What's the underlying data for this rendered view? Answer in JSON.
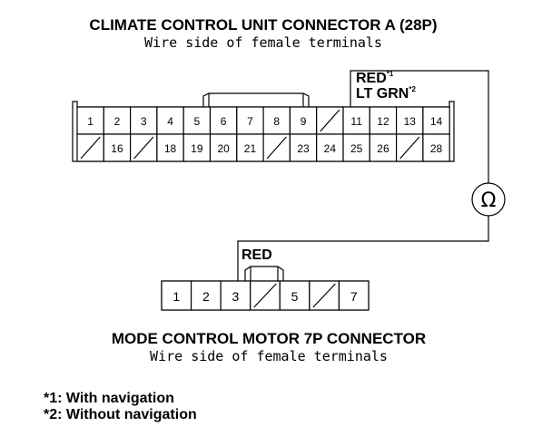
{
  "connector_a": {
    "title": "CLIMATE CONTROL UNIT CONNECTOR A (28P)",
    "subtitle": "Wire side of female terminals",
    "row1": [
      "1",
      "2",
      "3",
      "4",
      "5",
      "6",
      "7",
      "8",
      "9",
      "",
      "11",
      "12",
      "13",
      "14"
    ],
    "row2": [
      "",
      "16",
      "",
      "18",
      "19",
      "20",
      "21",
      "",
      "23",
      "24",
      "25",
      "26",
      "",
      "28"
    ]
  },
  "connector_b": {
    "title": "MODE CONTROL MOTOR 7P CONNECTOR",
    "subtitle": "Wire side of female terminals",
    "pins": [
      "1",
      "2",
      "3",
      "",
      "5",
      "",
      "7"
    ]
  },
  "wires": {
    "a_label_1": "RED",
    "a_label_1_sup": "*1",
    "a_label_2": "LT GRN",
    "a_label_2_sup": "*2",
    "b_label": "RED"
  },
  "meter": {
    "symbol": "Ω"
  },
  "notes": [
    "*1: With navigation",
    "*2: Without navigation"
  ]
}
